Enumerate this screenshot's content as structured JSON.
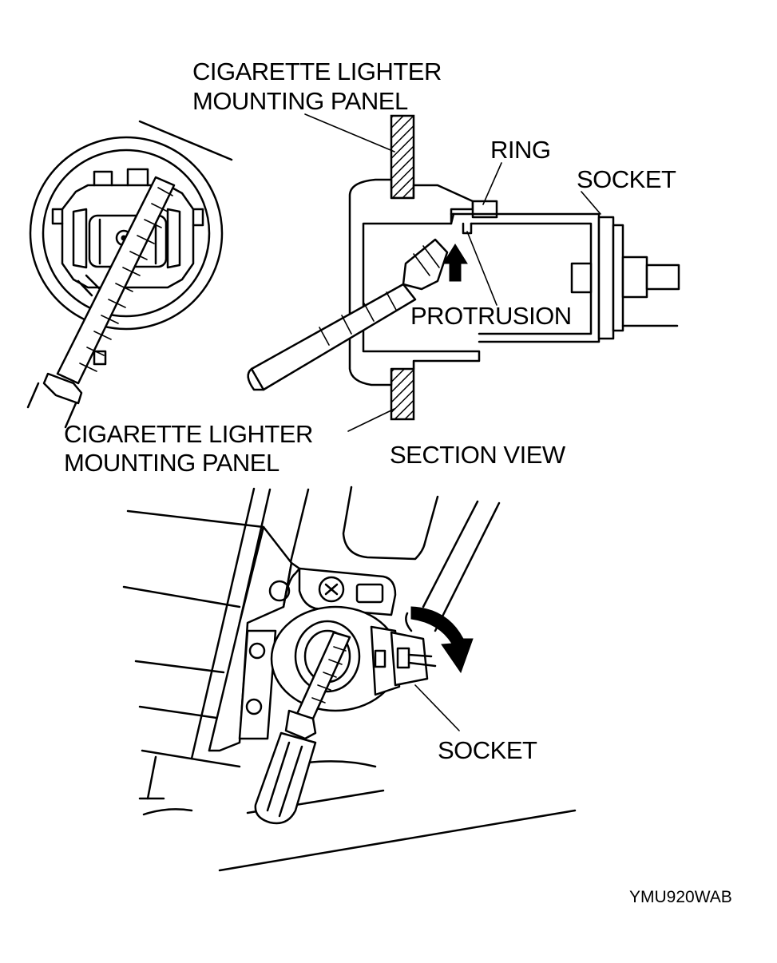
{
  "labels": {
    "top_panel_line1": "CIGARETTE LIGHTER",
    "top_panel_line2": "MOUNTING PANEL",
    "ring": "RING",
    "socket_top": "SOCKET",
    "protrusion": "PROTRUSION",
    "left_panel_line1": "CIGARETTE LIGHTER",
    "left_panel_line2": "MOUNTING PANEL",
    "section_view": "SECTION VIEW",
    "socket_bottom": "SOCKET",
    "figure_code": "YMU920WAB"
  }
}
